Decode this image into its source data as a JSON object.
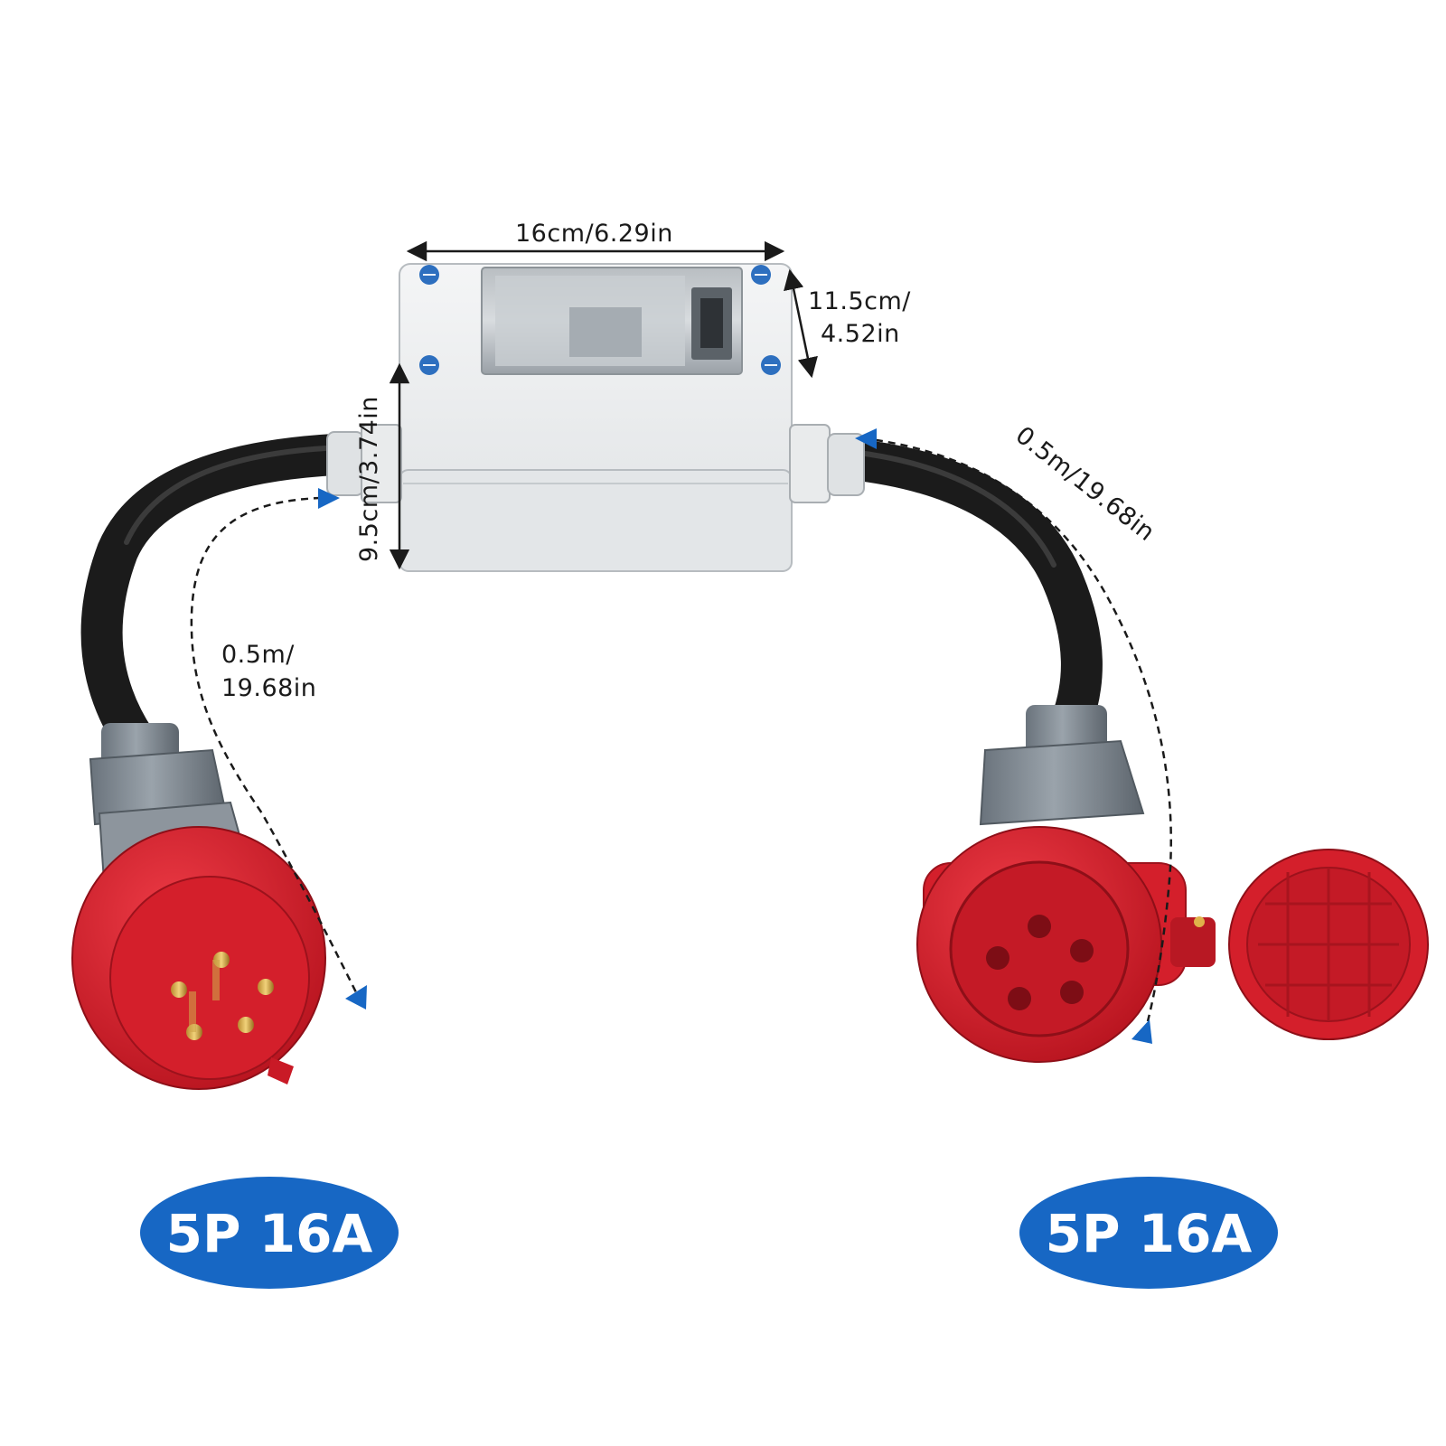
{
  "dimensions": {
    "box_width": "16cm/6.29in",
    "box_depth_line1": "11.5cm/",
    "box_depth_line2": "4.52in",
    "box_height": "9.5cm/3.74in",
    "left_cable_line1": "0.5m/",
    "left_cable_line2": "19.68in",
    "right_cable": "0.5m/19.68in"
  },
  "badges": {
    "left": "5P 16A",
    "right": "5P 16A"
  },
  "colors": {
    "badge": "#1767c4",
    "plug_red": "#d8232f",
    "housing_grey": "#7d8791",
    "cable": "#1b1b1b",
    "box": "#e9ebec",
    "arrow_marker": "#1767c4"
  },
  "icons": {
    "cee_plug": "cee-plug-5-pin-icon",
    "cee_socket": "cee-socket-5-hole-icon",
    "distribution_box": "distribution-box-icon"
  }
}
